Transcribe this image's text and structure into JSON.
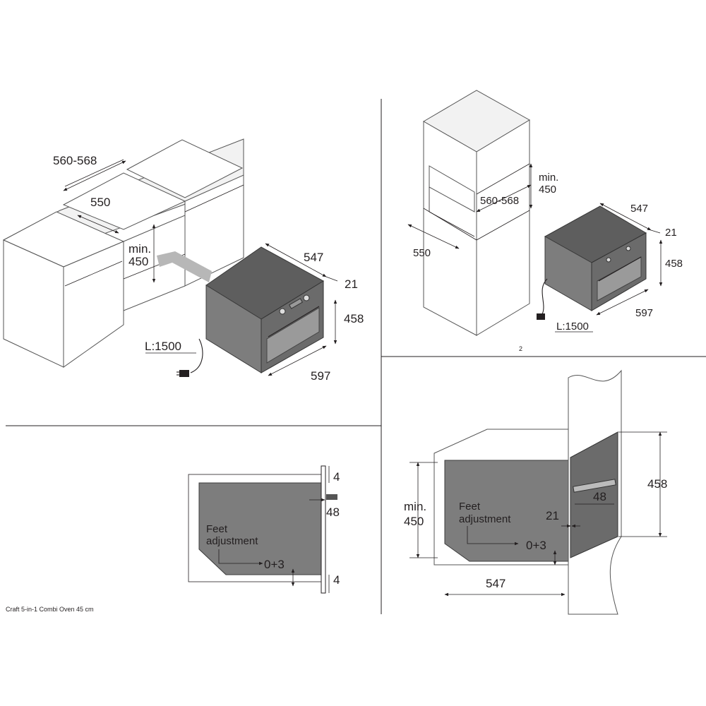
{
  "caption": "Craft 5-in-1 Combi Oven 45 cm",
  "page_marker": "2",
  "panel_base_cabinet": {
    "cabinet_width": "560-568",
    "cabinet_depth": "550",
    "niche_height_line1": "min.",
    "niche_height_line2": "450",
    "oven_depth": "547",
    "front_panel": "21",
    "oven_height": "458",
    "oven_width": "597",
    "cable_length": "L:1500"
  },
  "panel_tall_cabinet": {
    "niche_height_line1": "min.",
    "niche_height_line2": "450",
    "cabinet_width": "560-568",
    "cabinet_depth": "550",
    "oven_depth": "547",
    "front_panel": "21",
    "oven_height": "458",
    "oven_width": "597",
    "cable_length": "L:1500"
  },
  "panel_side_section": {
    "top_gap": "4",
    "bottom_gap": "4",
    "panel_dim": "48",
    "feet_line1": "Feet",
    "feet_line2": "adjustment",
    "feet_range": "0+3"
  },
  "panel_detail_section": {
    "niche_line1": "min.",
    "niche_line2": "450",
    "oven_height": "458",
    "panel_dim": "48",
    "front_panel": "21",
    "feet_line1": "Feet",
    "feet_line2": "adjustment",
    "feet_range": "0+3",
    "oven_depth": "547"
  }
}
